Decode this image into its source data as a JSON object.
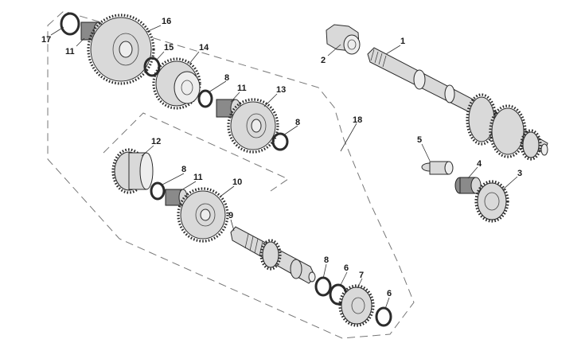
{
  "diagram": {
    "callouts": [
      {
        "id": "c1",
        "label": "1"
      },
      {
        "id": "c2",
        "label": "2"
      },
      {
        "id": "c3",
        "label": "3"
      },
      {
        "id": "c4",
        "label": "4"
      },
      {
        "id": "c5",
        "label": "5"
      },
      {
        "id": "c6a",
        "label": "6"
      },
      {
        "id": "c6b",
        "label": "6"
      },
      {
        "id": "c7",
        "label": "7"
      },
      {
        "id": "c8a",
        "label": "8"
      },
      {
        "id": "c8b",
        "label": "8"
      },
      {
        "id": "c8c",
        "label": "8"
      },
      {
        "id": "c8d",
        "label": "8"
      },
      {
        "id": "c9",
        "label": "9"
      },
      {
        "id": "c10",
        "label": "10"
      },
      {
        "id": "c11a",
        "label": "11"
      },
      {
        "id": "c11b",
        "label": "11"
      },
      {
        "id": "c11c",
        "label": "11"
      },
      {
        "id": "c12",
        "label": "12"
      },
      {
        "id": "c13",
        "label": "13"
      },
      {
        "id": "c14",
        "label": "14"
      },
      {
        "id": "c15",
        "label": "15"
      },
      {
        "id": "c16",
        "label": "16"
      },
      {
        "id": "c17",
        "label": "17"
      },
      {
        "id": "c18",
        "label": "18"
      }
    ]
  }
}
